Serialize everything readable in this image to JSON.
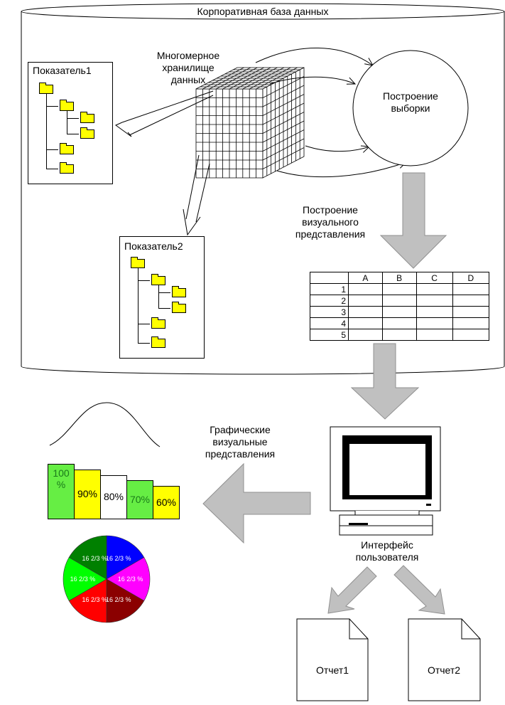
{
  "database": {
    "title": "Корпоративная база данных"
  },
  "cube": {
    "label_lines": [
      "Многомерное",
      "хранилище",
      "данных"
    ]
  },
  "sampling": {
    "label_lines": [
      "Построение",
      "выборки"
    ]
  },
  "visual_build": {
    "label_lines": [
      "Построение",
      "визуального",
      "представления"
    ]
  },
  "indicator1": {
    "title": "Показатель1"
  },
  "indicator2": {
    "title": "Показатель2"
  },
  "table": {
    "columns": [
      "A",
      "B",
      "C",
      "D"
    ],
    "rows": [
      "1",
      "2",
      "3",
      "4",
      "5"
    ]
  },
  "graphic_views": {
    "label_lines": [
      "Графические",
      "визуальные",
      "представления"
    ]
  },
  "ui": {
    "label_lines": [
      "Интерфейс",
      "пользователя"
    ]
  },
  "bars": [
    {
      "label_lines": [
        "100",
        "%"
      ],
      "value": 100,
      "color": "#66ee44",
      "text_color": "#1a7a1a"
    },
    {
      "label_lines": [
        "90%"
      ],
      "value": 90,
      "color": "#ffff00",
      "text_color": "#000000"
    },
    {
      "label_lines": [
        "80%"
      ],
      "value": 80,
      "color": "#ffffff",
      "text_color": "#000000"
    },
    {
      "label_lines": [
        "70%"
      ],
      "value": 70,
      "color": "#66ee44",
      "text_color": "#1a7a1a"
    },
    {
      "label_lines": [
        "60%"
      ],
      "value": 60,
      "color": "#ffff00",
      "text_color": "#000000"
    }
  ],
  "pie": [
    {
      "label": "16 2/3 %",
      "color": "#0000ff",
      "text_color": "#ffffff"
    },
    {
      "label": "16 2/3 %",
      "color": "#ff00ff",
      "text_color": "#ffffff"
    },
    {
      "label": "16 2/3 %",
      "color": "#8b0000",
      "text_color": "#ffffff"
    },
    {
      "label": "16 2/3 %",
      "color": "#ff0000",
      "text_color": "#ffffff"
    },
    {
      "label": "16 2/3 %",
      "color": "#00ff00",
      "text_color": "#ffffff"
    },
    {
      "label": "16 2/3 %",
      "color": "#008000",
      "text_color": "#ffffff"
    }
  ],
  "reports": [
    {
      "label": "Отчет1"
    },
    {
      "label": "Отчет2"
    }
  ]
}
